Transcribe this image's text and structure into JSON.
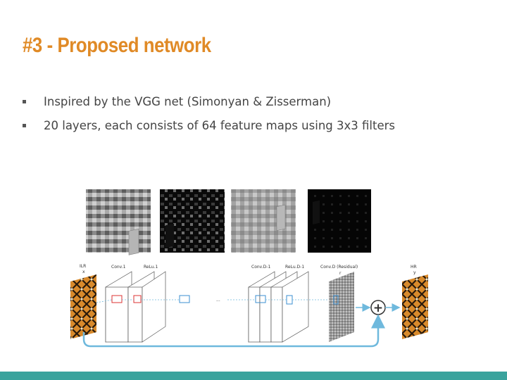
{
  "slide": {
    "title": "#3 - Proposed network",
    "bullets": [
      "Inspired by the VGG net (Simonyan & Zisserman)",
      "20 layers, each consists of 64 feature maps using 3x3 filters"
    ]
  },
  "figure": {
    "labels": {
      "input": "ILR",
      "input_sub": "x",
      "conv1": "Conv.1",
      "relu1": "ReLu.1",
      "convd1": "Conv.D-1",
      "relud1": "ReLu.D-1",
      "convd_res": "Conv.D (Residual)",
      "residual_sub": "r",
      "output": "HR",
      "output_sub": "y",
      "ellipsis": "...",
      "plus": "+"
    }
  },
  "colors": {
    "title": "#e08a26",
    "footer": "#3aa39d",
    "skip_arrow": "#6fb9dd"
  }
}
